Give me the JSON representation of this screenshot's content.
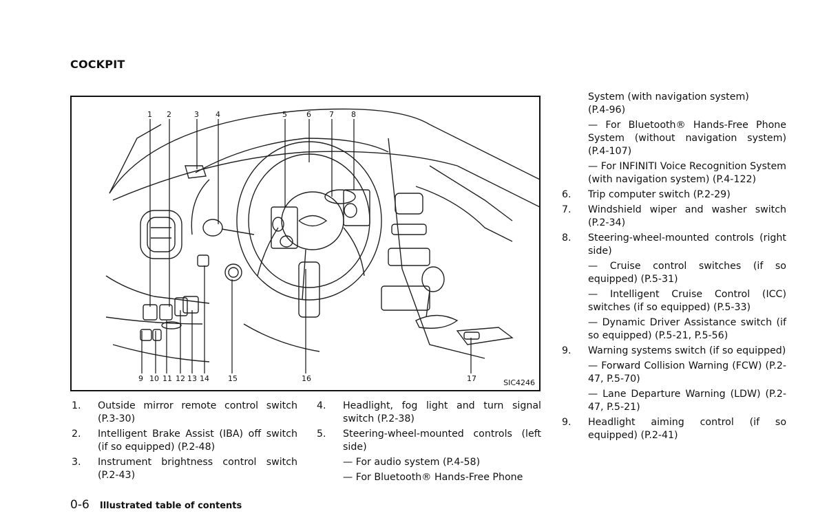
{
  "section_title": "COCKPIT",
  "figure": {
    "code": "SIC4246",
    "top_numbers": [
      "1",
      "2",
      "3",
      "4",
      "5",
      "6",
      "7",
      "8"
    ],
    "bottom_numbers": [
      "9",
      "10",
      "11",
      "12",
      "13",
      "14",
      "15",
      "16",
      "17"
    ]
  },
  "col1": [
    {
      "num": "1.",
      "text": "Outside mirror remote control switch (P.3-30)"
    },
    {
      "num": "2.",
      "text": "Intelligent Brake Assist (IBA) off switch (if so equipped) (P.2-48)"
    },
    {
      "num": "3.",
      "text": "Instrument brightness control switch (P.2-43)"
    }
  ],
  "col2": [
    {
      "num": "4.",
      "text": "Headlight, fog light and turn signal switch (P.2-38)"
    },
    {
      "num": "5.",
      "text": "Steering-wheel-mounted controls (left side)"
    },
    {
      "sub": "— For audio system (P.4-58)"
    },
    {
      "sub": "— For Bluetooth® Hands-Free Phone"
    }
  ],
  "col3_continued": [
    "System (with navigation system)",
    "(P.4-96)",
    "— For Bluetooth® Hands-Free Phone System (without navigation system) (P.4-107)",
    "— For INFINITI Voice Recognition System (with navigation system) (P.4-122)"
  ],
  "col3": [
    {
      "num": "6.",
      "text": "Trip computer switch (P.2-29)"
    },
    {
      "num": "7.",
      "text": "Windshield wiper and washer switch (P.2-34)"
    },
    {
      "num": "8.",
      "text": "Steering-wheel-mounted controls (right side)"
    },
    {
      "sub": "— Cruise control switches (if so equipped) (P.5-31)"
    },
    {
      "sub": "— Intelligent Cruise Control (ICC) switches (if so equipped) (P.5-33)"
    },
    {
      "sub": "— Dynamic Driver Assistance switch (if so equipped) (P.5-21, P.5-56)"
    },
    {
      "num": "9.",
      "text": "Warning systems switch (if so equipped)"
    },
    {
      "sub": "— Forward Collision Warning (FCW) (P.2-47, P.5-70)"
    },
    {
      "sub": "— Lane Departure Warning (LDW) (P.2-47, P.5-21)"
    },
    {
      "num": "9.",
      "text": "Headlight aiming control (if so equipped) (P.2-41)"
    }
  ],
  "footer": {
    "page_number": "0-6",
    "title": "Illustrated table of contents"
  }
}
